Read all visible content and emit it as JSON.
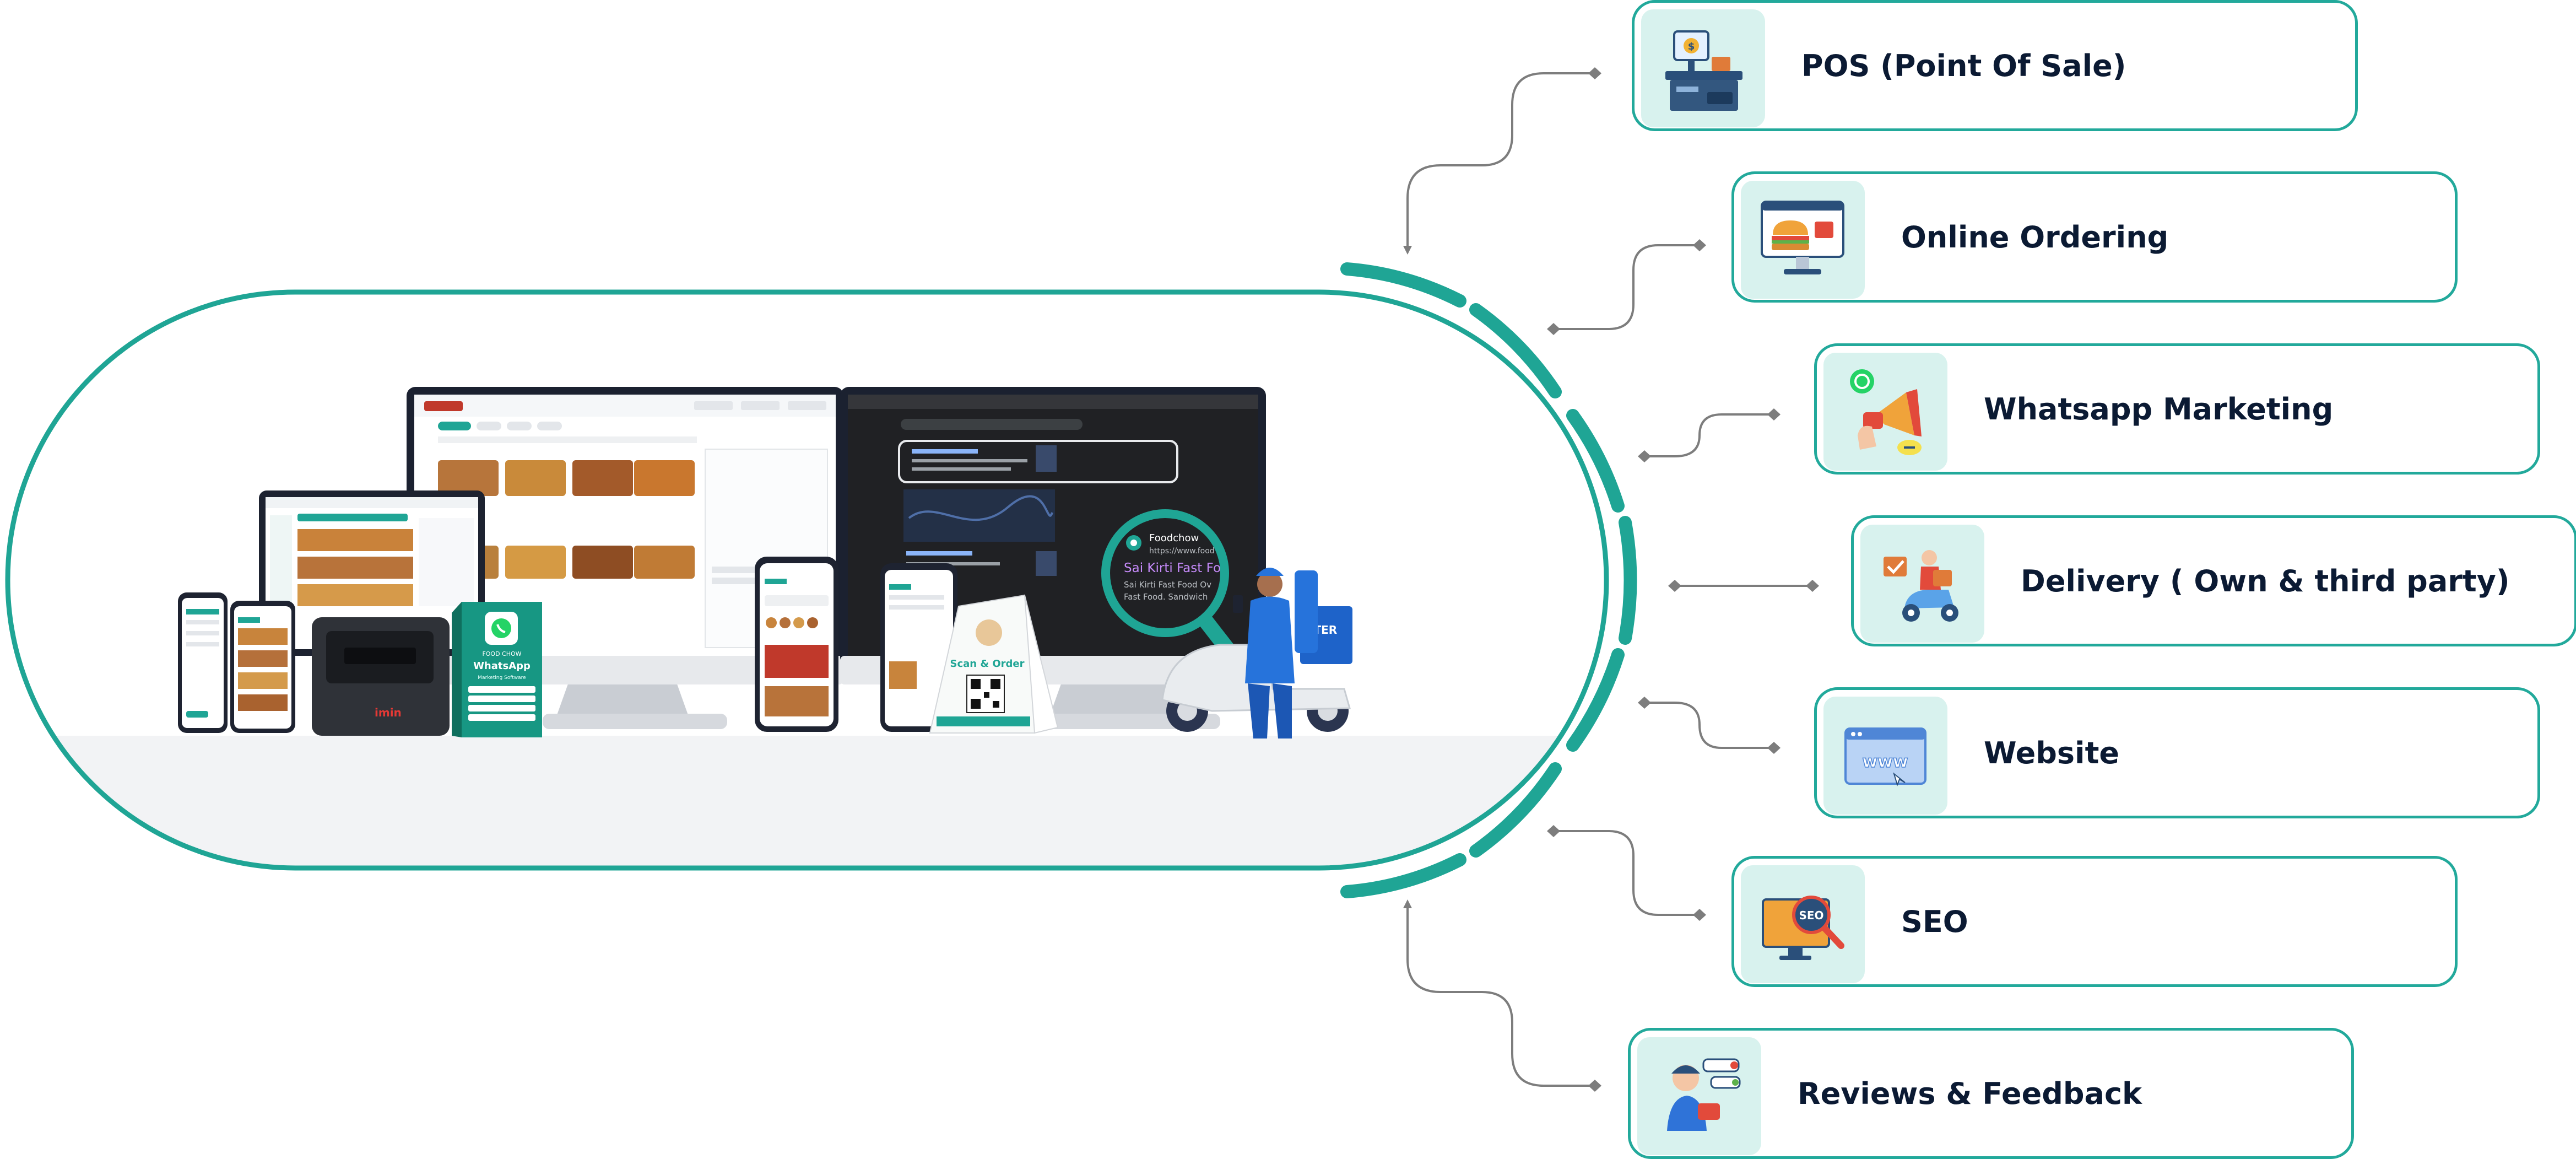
{
  "features": [
    {
      "label": "POS (Point Of Sale)",
      "icon": "pos-terminal-icon"
    },
    {
      "label": "Online Ordering",
      "icon": "online-order-icon"
    },
    {
      "label": "Whatsapp Marketing",
      "icon": "whatsapp-megaphone-icon"
    },
    {
      "label": "Delivery ( Own & third party)",
      "icon": "delivery-scooter-icon"
    },
    {
      "label": "Website",
      "icon": "www-browser-icon"
    },
    {
      "label": "SEO",
      "icon": "seo-magnifier-icon"
    },
    {
      "label": "Reviews & Feedback",
      "icon": "reviews-feedback-icon"
    }
  ],
  "hero": {
    "whatsapp_box": {
      "brand": "FOOD CHOW",
      "title": "WhatsApp",
      "subtitle": "Marketing Software"
    },
    "search_badge": {
      "site_name": "Foodchow",
      "url": "https://www.food",
      "title": "Sai Kirti Fast Fo",
      "snippet_line1": "Sai Kirti Fast Food Ov",
      "snippet_line2": "Fast Food. Sandwich"
    },
    "scan_card": {
      "title": "Scan & Order"
    },
    "delivery_box_text": "RTER",
    "terminal_brand": "imin"
  },
  "colors": {
    "accent": "#1fa595",
    "card_border": "#22a99b",
    "icon_tile": "#d8f2ee",
    "label_text": "#0b1a33",
    "connector": "#7d7d7d",
    "floor": "#f2f3f5"
  }
}
